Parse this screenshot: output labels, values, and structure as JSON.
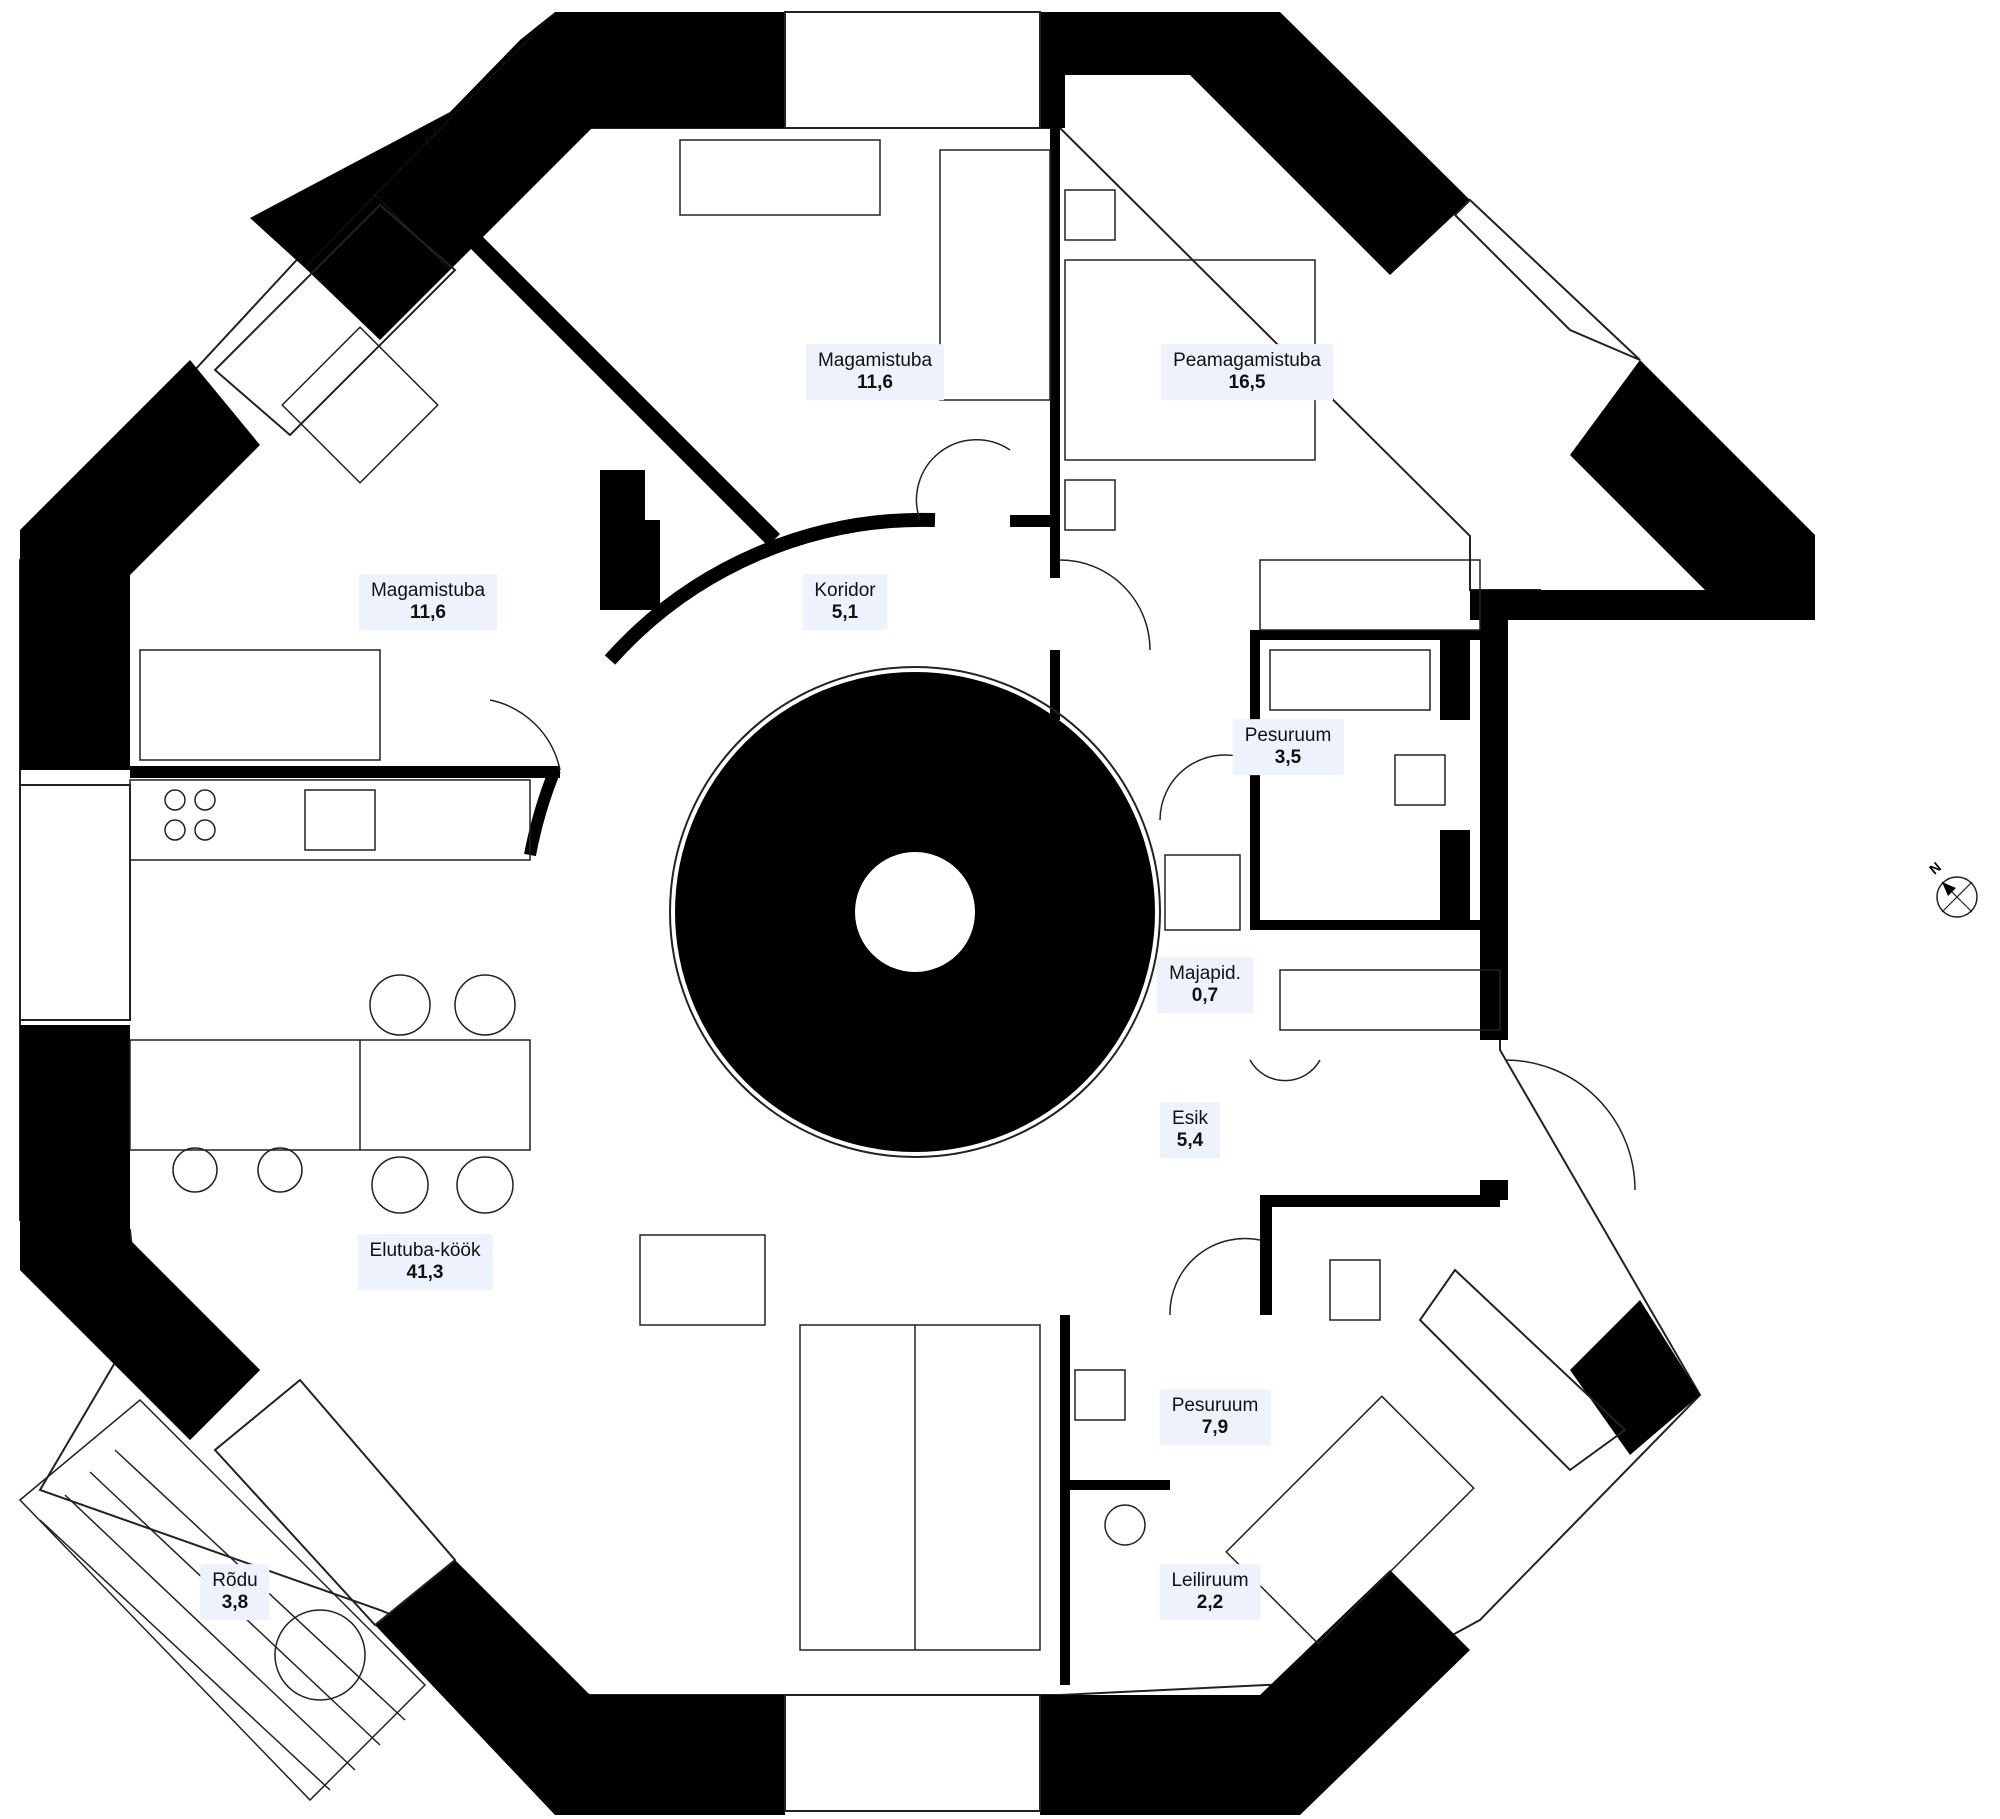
{
  "rooms": [
    {
      "id": "magamistuba-top",
      "name": "Magamistuba",
      "area": "11,6"
    },
    {
      "id": "peamagamistuba",
      "name": "Peamagamistuba",
      "area": "16,5"
    },
    {
      "id": "magamistuba-left",
      "name": "Magamistuba",
      "area": "11,6"
    },
    {
      "id": "koridor",
      "name": "Koridor",
      "area": "5,1"
    },
    {
      "id": "pesuruum-small",
      "name": "Pesuruum",
      "area": "3,5"
    },
    {
      "id": "majapid",
      "name": "Majapid.",
      "area": "0,7"
    },
    {
      "id": "esik",
      "name": "Esik",
      "area": "5,4"
    },
    {
      "id": "elutuba-kook",
      "name": "Elutuba-köök",
      "area": "41,3"
    },
    {
      "id": "pesuruum-large",
      "name": "Pesuruum",
      "area": "7,9"
    },
    {
      "id": "leiliruum",
      "name": "Leiliruum",
      "area": "2,2"
    },
    {
      "id": "rodu",
      "name": "Rõdu",
      "area": "3,8"
    }
  ],
  "compass": {
    "label": "N",
    "icon": "north-arrow-icon"
  },
  "colors": {
    "wall": "#000000",
    "label_bg": "#eef2fc",
    "line": "#222222"
  }
}
